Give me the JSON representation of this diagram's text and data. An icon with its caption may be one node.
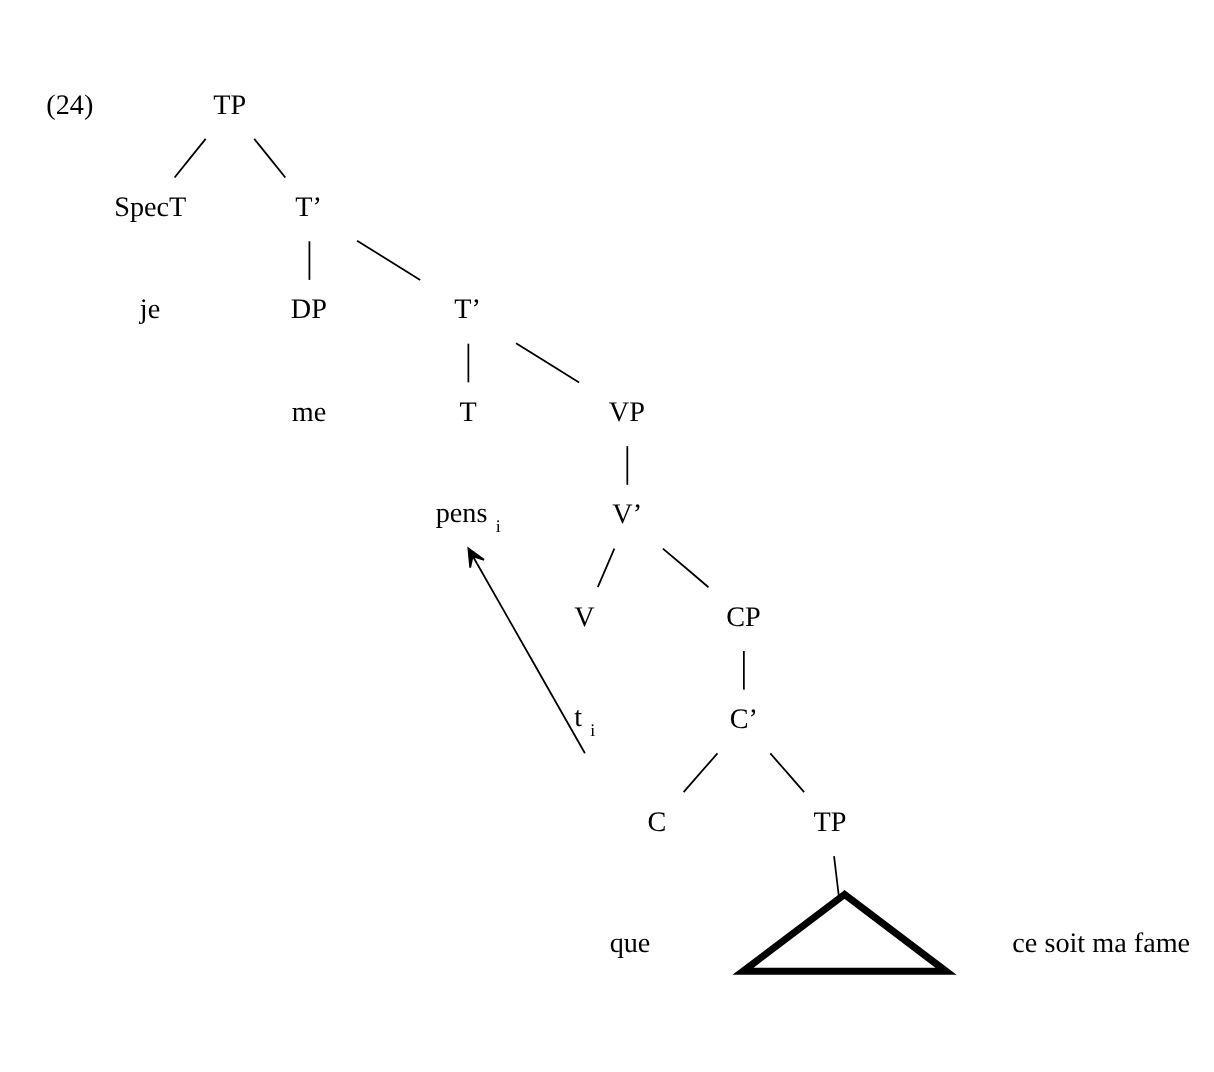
{
  "diagram": {
    "nodes": [
      {
        "text": [
          "TP"
        ]
      },
      {
        "text": [
          "SpecT"
        ]
      },
      {
        "text": [
          "T’"
        ]
      },
      {
        "text": [
          "je"
        ]
      },
      {
        "text": [
          "DP"
        ]
      },
      {
        "text": [
          "T’"
        ]
      },
      {
        "text": [
          "me"
        ]
      },
      {
        "text": [
          "T"
        ]
      },
      {
        "text": [
          "VP"
        ]
      },
      {
        "text": [
          "pens $_{i}$"
        ]
      },
      {
        "text": [
          "V’"
        ]
      },
      {
        "text": [
          "V"
        ]
      },
      {
        "text": [
          "CP"
        ]
      },
      {
        "text": [
          "t $_{i}$"
        ]
      },
      {
        "text": [
          "C’"
        ]
      },
      {
        "text": [
          "C"
        ]
      },
      {
        "text": [
          "TP"
        ]
      },
      {
        "text": [
          "que"
        ]
      },
      {
        "text": [],
        "shape": "triangle",
        "beside": [
          "ce soit ma fame"
        ]
      }
    ],
    "edges": [
      {
        "from": 0,
        "to": 1,
        "arrow": "none"
      },
      {
        "from": 0,
        "to": 2,
        "arrow": "none"
      },
      {
        "from": 2,
        "to": 4,
        "arrow": "none"
      },
      {
        "from": 2,
        "to": 5,
        "arrow": "none"
      },
      {
        "from": 5,
        "to": 7,
        "arrow": "none"
      },
      {
        "from": 5,
        "to": 8,
        "arrow": "none"
      },
      {
        "from": 8,
        "to": 10,
        "arrow": "none"
      },
      {
        "from": 10,
        "to": 11,
        "arrow": "none"
      },
      {
        "from": 10,
        "to": 12,
        "arrow": "none"
      },
      {
        "from": 12,
        "to": 14,
        "arrow": "none"
      },
      {
        "from": 14,
        "to": 15,
        "arrow": "none"
      },
      {
        "from": 14,
        "to": 16,
        "arrow": "none"
      },
      {
        "from": 16,
        "to": 18,
        "arrow": "none"
      },
      {
        "from": 13,
        "to": 9,
        "arrow": "to"
      }
    ],
    "labels": [
      "(24)"
    ]
  }
}
